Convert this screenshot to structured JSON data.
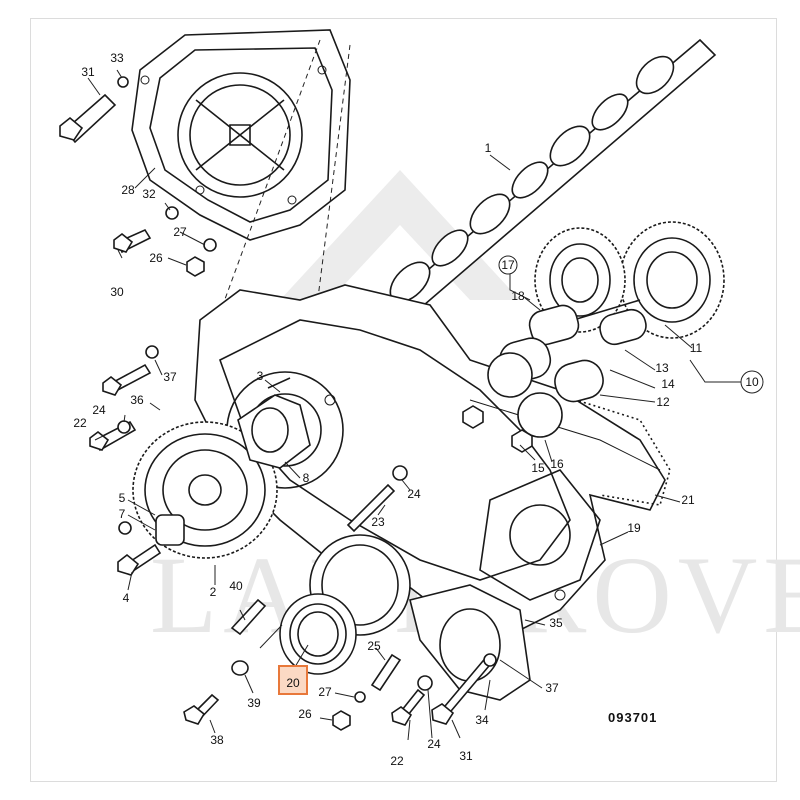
{
  "drawing_code": "093701",
  "watermark": "LAND ROVER",
  "highlighted_callout": "20",
  "callouts": [
    {
      "id": "c1",
      "label": "1"
    },
    {
      "id": "c2",
      "label": "2"
    },
    {
      "id": "c3",
      "label": "3"
    },
    {
      "id": "c4",
      "label": "4"
    },
    {
      "id": "c5",
      "label": "5"
    },
    {
      "id": "c7",
      "label": "7"
    },
    {
      "id": "c8",
      "label": "8"
    },
    {
      "id": "c10",
      "label": "10"
    },
    {
      "id": "c11",
      "label": "11"
    },
    {
      "id": "c12",
      "label": "12"
    },
    {
      "id": "c13",
      "label": "13"
    },
    {
      "id": "c14",
      "label": "14"
    },
    {
      "id": "c15",
      "label": "15"
    },
    {
      "id": "c16",
      "label": "16"
    },
    {
      "id": "c17",
      "label": "17"
    },
    {
      "id": "c18",
      "label": "18"
    },
    {
      "id": "c19",
      "label": "19"
    },
    {
      "id": "c20",
      "label": "20"
    },
    {
      "id": "c21",
      "label": "21"
    },
    {
      "id": "c22a",
      "label": "22"
    },
    {
      "id": "c22b",
      "label": "22"
    },
    {
      "id": "c23",
      "label": "23"
    },
    {
      "id": "c24a",
      "label": "24"
    },
    {
      "id": "c24b",
      "label": "24"
    },
    {
      "id": "c24c",
      "label": "24"
    },
    {
      "id": "c25",
      "label": "25"
    },
    {
      "id": "c26a",
      "label": "26"
    },
    {
      "id": "c26b",
      "label": "26"
    },
    {
      "id": "c27a",
      "label": "27"
    },
    {
      "id": "c27b",
      "label": "27"
    },
    {
      "id": "c28",
      "label": "28"
    },
    {
      "id": "c30",
      "label": "30"
    },
    {
      "id": "c31a",
      "label": "31"
    },
    {
      "id": "c31b",
      "label": "31"
    },
    {
      "id": "c32",
      "label": "32"
    },
    {
      "id": "c33",
      "label": "33"
    },
    {
      "id": "c34",
      "label": "34"
    },
    {
      "id": "c35",
      "label": "35"
    },
    {
      "id": "c36",
      "label": "36"
    },
    {
      "id": "c37a",
      "label": "37"
    },
    {
      "id": "c37b",
      "label": "37"
    },
    {
      "id": "c38",
      "label": "38"
    },
    {
      "id": "c39",
      "label": "39"
    },
    {
      "id": "c40",
      "label": "40"
    }
  ],
  "colors": {
    "highlight_fill": "#fbd9c4",
    "highlight_stroke": "#e8783a",
    "ink": "#1a1a1a",
    "watermark": "#e7e7e7"
  }
}
